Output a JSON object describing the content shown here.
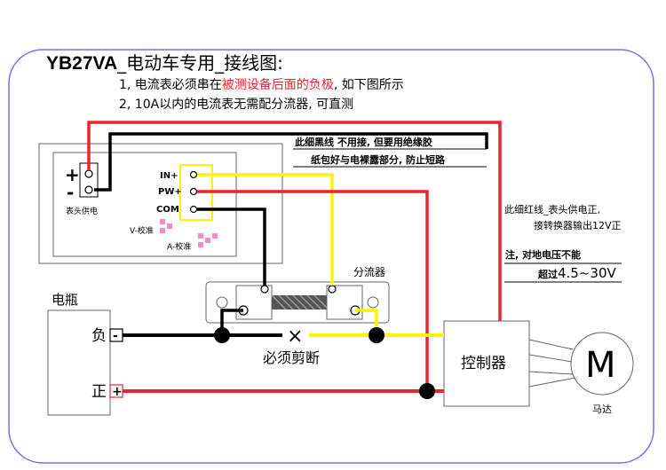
{
  "title": {
    "model": "YB27VA",
    "rest": "_电动车专用_接线图:"
  },
  "notes": {
    "line1_prefix": "1, 电流表必须串在",
    "line1_red": "被测设备后面的负极",
    "line1_suffix": ", 如下图所示",
    "line2": "2, 10A以内的电流表无需配分流器, 可直测"
  },
  "meter": {
    "plus": "+",
    "minus": "-",
    "power_label": "表头供电",
    "pin_in": "IN+",
    "pin_pw": "PW+",
    "pin_com": "COM",
    "v_cal": "V-校准",
    "a_cal": "A-校准"
  },
  "black_wire_note": {
    "line1": "此细黑线 不用接, 但要用绝缘胶",
    "line2": "纸包好与电裸露部分, 防止短路"
  },
  "red_wire_note": {
    "line1": "此细红线_表头供电正,",
    "line2": "接转换器输出12V正"
  },
  "voltage_note": {
    "line1": "注, 对地电压不能",
    "line2_prefix": "超过",
    "line2_value": "4.5~30V"
  },
  "shunt_label": "分流器",
  "battery": {
    "label": "电瓶",
    "neg": "负",
    "pos": "正",
    "neg_sign": "-",
    "pos_sign": "+"
  },
  "cut_label": "必须剪断",
  "cut_mark": "×",
  "controller_label": "控制器",
  "motor": {
    "symbol": "M",
    "label": "马达"
  },
  "colors": {
    "red": "#e8262d",
    "yellow": "#fff200",
    "black": "#000000",
    "frame": "#6e6ef0",
    "pink": "#f08cc8"
  }
}
